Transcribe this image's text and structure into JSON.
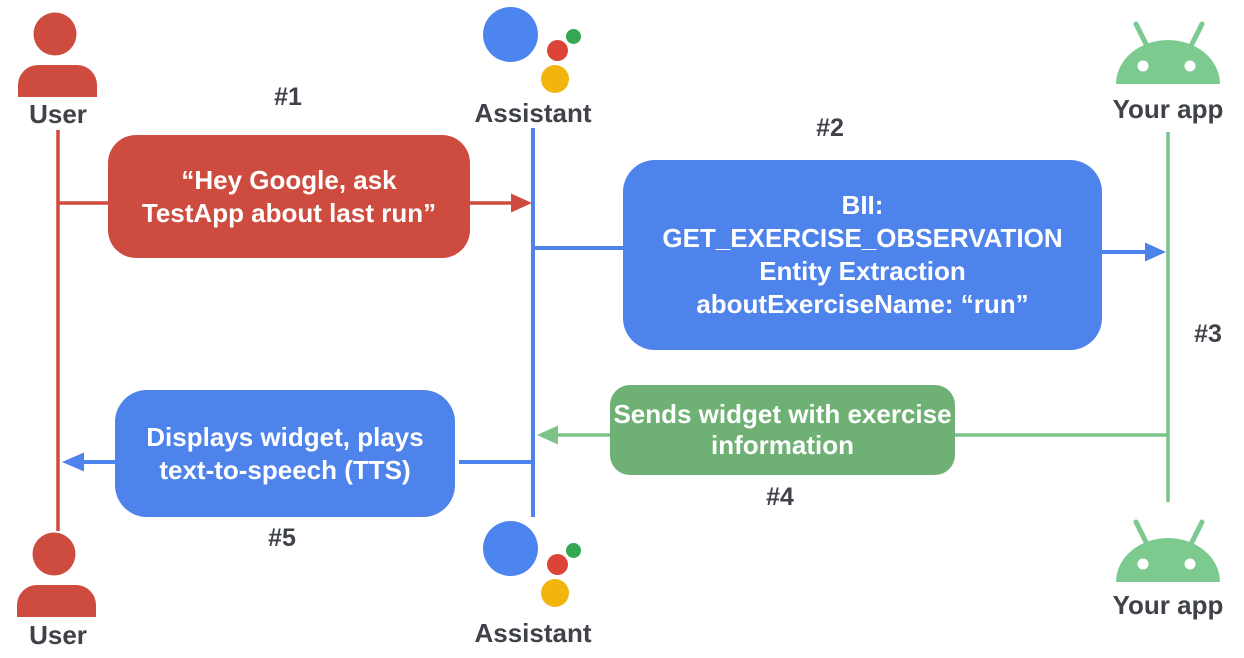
{
  "diagram": {
    "description": "Sequence diagram of a voice query flowing from User to Assistant to an Android app and back",
    "colors": {
      "red": "#CD4C3F",
      "blue": "#4E83EB",
      "green_box": "#6FB175",
      "android_green": "#7DCA90",
      "line_green": "#7CC289",
      "assistant_blue": "#4C85F0",
      "assistant_red_dot": "#DB4437",
      "assistant_green_dot": "#34A853",
      "assistant_yellow_dot": "#F2B50E",
      "label_gray": "#3F4349"
    },
    "actors": {
      "user_top": "User",
      "assistant_top": "Assistant",
      "your_app_top": "Your app",
      "user_bottom": "User",
      "assistant_bottom": "Assistant",
      "your_app_bottom": "Your app"
    },
    "steps": {
      "s1": "#1",
      "s2": "#2",
      "s3": "#3",
      "s4": "#4",
      "s5": "#5"
    },
    "messages": {
      "m1": {
        "from": "User",
        "to": "Assistant",
        "lines": [
          "“Hey Google, ask",
          "TestApp about last run”"
        ]
      },
      "m2": {
        "from": "Assistant",
        "to": "Your app",
        "lines": [
          "BII:",
          "GET_EXERCISE_OBSERVATION",
          "Entity Extraction",
          "aboutExerciseName: “run”"
        ]
      },
      "m4": {
        "from": "Your app",
        "to": "Assistant",
        "lines": [
          "Sends widget with exercise",
          "information"
        ]
      },
      "m5": {
        "from": "Assistant",
        "to": "User",
        "lines": [
          "Displays widget, plays",
          "text-to-speech (TTS)"
        ]
      }
    }
  }
}
